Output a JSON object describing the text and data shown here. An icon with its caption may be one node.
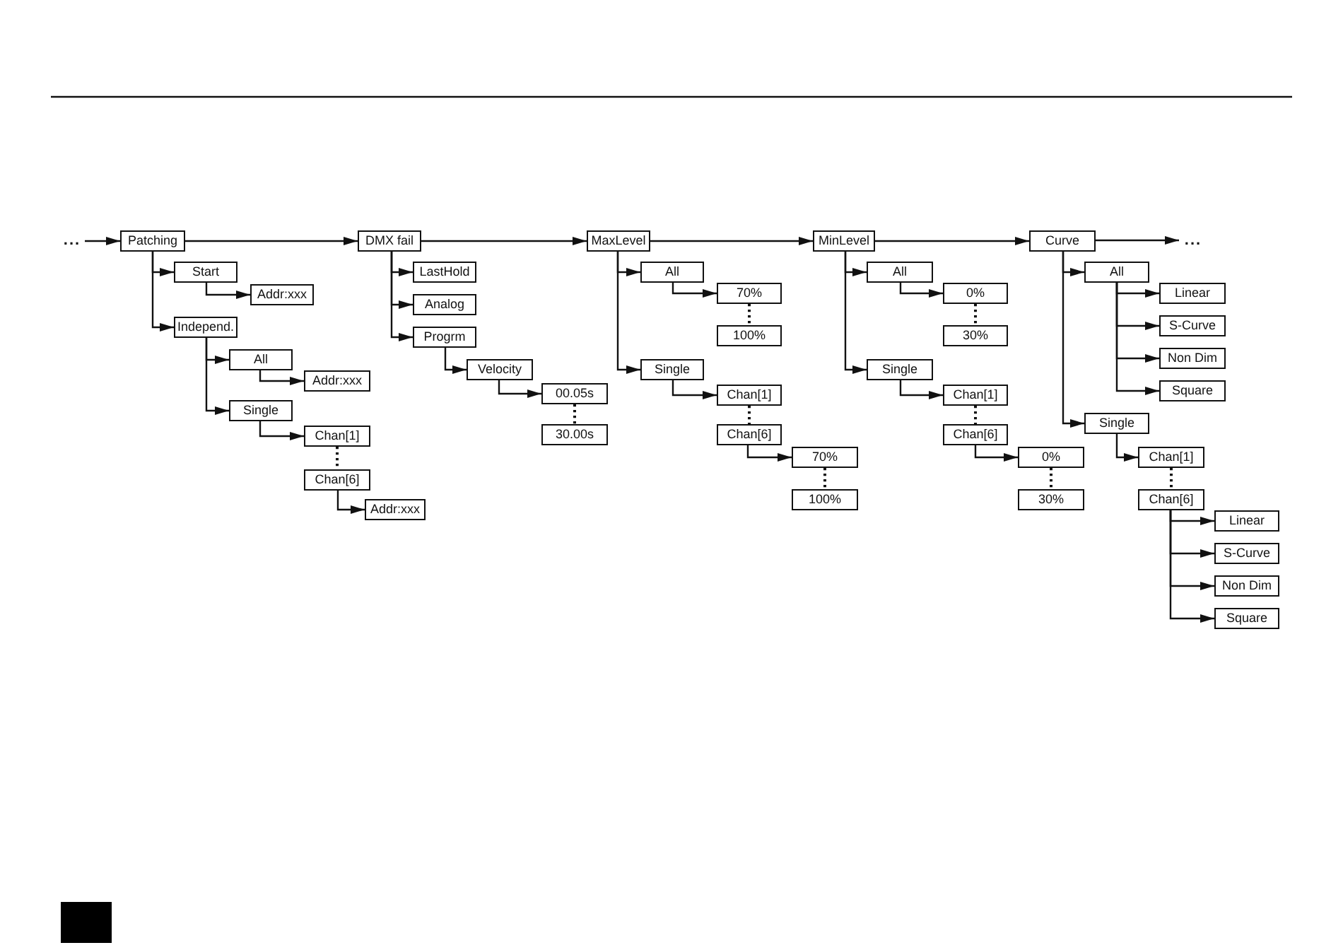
{
  "diagram": {
    "nodes": [
      {
        "text": [
          "..."
        ]
      },
      {
        "text": [
          "Patching"
        ]
      },
      {
        "text": [
          "Start"
        ]
      },
      {
        "text": [
          "Addr:xxx"
        ]
      },
      {
        "text": [
          "Independ."
        ]
      },
      {
        "text": [
          "All"
        ]
      },
      {
        "text": [
          "Addr:xxx"
        ]
      },
      {
        "text": [
          "Single"
        ]
      },
      {
        "text": [
          "Chan[1]"
        ]
      },
      {
        "text": [
          "Chan[6]"
        ]
      },
      {
        "text": [
          "Addr:xxx"
        ]
      },
      {
        "text": [
          "DMX fail"
        ]
      },
      {
        "text": [
          "LastHold"
        ]
      },
      {
        "text": [
          "Analog"
        ]
      },
      {
        "text": [
          "Progrm"
        ]
      },
      {
        "text": [
          "Velocity"
        ]
      },
      {
        "text": [
          "00.05s"
        ]
      },
      {
        "text": [
          "30.00s"
        ]
      },
      {
        "text": [
          "MaxLevel"
        ]
      },
      {
        "text": [
          "All"
        ]
      },
      {
        "text": [
          "70%"
        ]
      },
      {
        "text": [
          "100%"
        ]
      },
      {
        "text": [
          "Single"
        ]
      },
      {
        "text": [
          "Chan[1]"
        ]
      },
      {
        "text": [
          "Chan[6]"
        ]
      },
      {
        "text": [
          "70%"
        ]
      },
      {
        "text": [
          "100%"
        ]
      },
      {
        "text": [
          "MinLevel"
        ]
      },
      {
        "text": [
          "All"
        ]
      },
      {
        "text": [
          "0%"
        ]
      },
      {
        "text": [
          "30%"
        ]
      },
      {
        "text": [
          "Single"
        ]
      },
      {
        "text": [
          "Chan[1]"
        ]
      },
      {
        "text": [
          "Chan[6]"
        ]
      },
      {
        "text": [
          "0%"
        ]
      },
      {
        "text": [
          "30%"
        ]
      },
      {
        "text": [
          "Curve"
        ]
      },
      {
        "text": [
          "All"
        ]
      },
      {
        "text": [
          "Linear"
        ]
      },
      {
        "text": [
          "S-Curve"
        ]
      },
      {
        "text": [
          "Non Dim"
        ]
      },
      {
        "text": [
          "Square"
        ]
      },
      {
        "text": [
          "Single"
        ]
      },
      {
        "text": [
          "Chan[1]"
        ]
      },
      {
        "text": [
          "Chan[6]"
        ]
      },
      {
        "text": [
          "Linear"
        ]
      },
      {
        "text": [
          "S-Curve"
        ]
      },
      {
        "text": [
          "Non Dim"
        ]
      },
      {
        "text": [
          "Square"
        ]
      },
      {
        "text": [
          "..."
        ]
      }
    ],
    "edges": [
      {
        "from": 0,
        "to": 1,
        "arrow": "to"
      },
      {
        "from": 1,
        "to": 11,
        "arrow": "to"
      },
      {
        "from": 11,
        "to": 18,
        "arrow": "to"
      },
      {
        "from": 18,
        "to": 27,
        "arrow": "to"
      },
      {
        "from": 27,
        "to": 36,
        "arrow": "to"
      },
      {
        "from": 36,
        "to": 49,
        "arrow": "to"
      },
      {
        "from": 1,
        "to": 2,
        "arrow": "to"
      },
      {
        "from": 2,
        "to": 3,
        "arrow": "to"
      },
      {
        "from": 1,
        "to": 4,
        "arrow": "to"
      },
      {
        "from": 4,
        "to": 5,
        "arrow": "to"
      },
      {
        "from": 5,
        "to": 6,
        "arrow": "to"
      },
      {
        "from": 4,
        "to": 7,
        "arrow": "to"
      },
      {
        "from": 7,
        "to": 8,
        "arrow": "to"
      },
      {
        "from": 8,
        "to": 9,
        "arrow": "none",
        "style": "dashed"
      },
      {
        "from": 9,
        "to": 10,
        "arrow": "to"
      },
      {
        "from": 11,
        "to": 12,
        "arrow": "to"
      },
      {
        "from": 11,
        "to": 13,
        "arrow": "to"
      },
      {
        "from": 11,
        "to": 14,
        "arrow": "to"
      },
      {
        "from": 14,
        "to": 15,
        "arrow": "to"
      },
      {
        "from": 15,
        "to": 16,
        "arrow": "to"
      },
      {
        "from": 16,
        "to": 17,
        "arrow": "none",
        "style": "dashed"
      },
      {
        "from": 18,
        "to": 19,
        "arrow": "to"
      },
      {
        "from": 19,
        "to": 20,
        "arrow": "to"
      },
      {
        "from": 20,
        "to": 21,
        "arrow": "none",
        "style": "dashed"
      },
      {
        "from": 18,
        "to": 22,
        "arrow": "to"
      },
      {
        "from": 22,
        "to": 23,
        "arrow": "to"
      },
      {
        "from": 23,
        "to": 24,
        "arrow": "none",
        "style": "dashed"
      },
      {
        "from": 24,
        "to": 25,
        "arrow": "to"
      },
      {
        "from": 25,
        "to": 26,
        "arrow": "none",
        "style": "dashed"
      },
      {
        "from": 27,
        "to": 28,
        "arrow": "to"
      },
      {
        "from": 28,
        "to": 29,
        "arrow": "to"
      },
      {
        "from": 29,
        "to": 30,
        "arrow": "none",
        "style": "dashed"
      },
      {
        "from": 27,
        "to": 31,
        "arrow": "to"
      },
      {
        "from": 31,
        "to": 32,
        "arrow": "to"
      },
      {
        "from": 32,
        "to": 33,
        "arrow": "none",
        "style": "dashed"
      },
      {
        "from": 33,
        "to": 34,
        "arrow": "to"
      },
      {
        "from": 34,
        "to": 35,
        "arrow": "none",
        "style": "dashed"
      },
      {
        "from": 36,
        "to": 37,
        "arrow": "to"
      },
      {
        "from": 37,
        "to": 38,
        "arrow": "to"
      },
      {
        "from": 37,
        "to": 39,
        "arrow": "to"
      },
      {
        "from": 37,
        "to": 40,
        "arrow": "to"
      },
      {
        "from": 37,
        "to": 41,
        "arrow": "to"
      },
      {
        "from": 36,
        "to": 42,
        "arrow": "to"
      },
      {
        "from": 42,
        "to": 43,
        "arrow": "to"
      },
      {
        "from": 43,
        "to": 44,
        "arrow": "none",
        "style": "dashed"
      },
      {
        "from": 44,
        "to": 45,
        "arrow": "to"
      },
      {
        "from": 44,
        "to": 46,
        "arrow": "to"
      },
      {
        "from": 44,
        "to": 47,
        "arrow": "to"
      },
      {
        "from": 44,
        "to": 48,
        "arrow": "to"
      }
    ]
  }
}
